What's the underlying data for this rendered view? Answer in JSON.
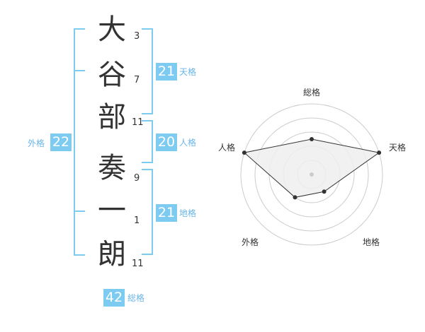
{
  "name": {
    "characters": [
      {
        "char": "大",
        "strokes": "3"
      },
      {
        "char": "谷",
        "strokes": "7"
      },
      {
        "char": "部",
        "strokes": "11"
      },
      {
        "char": "奏",
        "strokes": "9"
      },
      {
        "char": "一",
        "strokes": "1"
      },
      {
        "char": "朗",
        "strokes": "11"
      }
    ]
  },
  "scores": {
    "tenkaku": {
      "value": "21",
      "label": "天格"
    },
    "jinkaku": {
      "value": "20",
      "label": "人格"
    },
    "chikaku": {
      "value": "21",
      "label": "地格"
    },
    "gaikaku": {
      "value": "22",
      "label": "外格"
    },
    "soukaku": {
      "value": "42",
      "label": "総格"
    }
  },
  "radar": {
    "labels": {
      "top": "総格",
      "right": "天格",
      "left": "人格",
      "bottom_right": "地格",
      "bottom_left": "外格"
    },
    "rings": 5,
    "levels": [
      0.5,
      1.0,
      0.3,
      0.4,
      1.0
    ],
    "colors": {
      "grid": "#cccccc",
      "fill": "#eeeeee",
      "stroke": "#333333",
      "point": "#333333",
      "center": "#cccccc"
    }
  },
  "colors": {
    "accent": "#7ecbf2",
    "text": "#333333"
  }
}
